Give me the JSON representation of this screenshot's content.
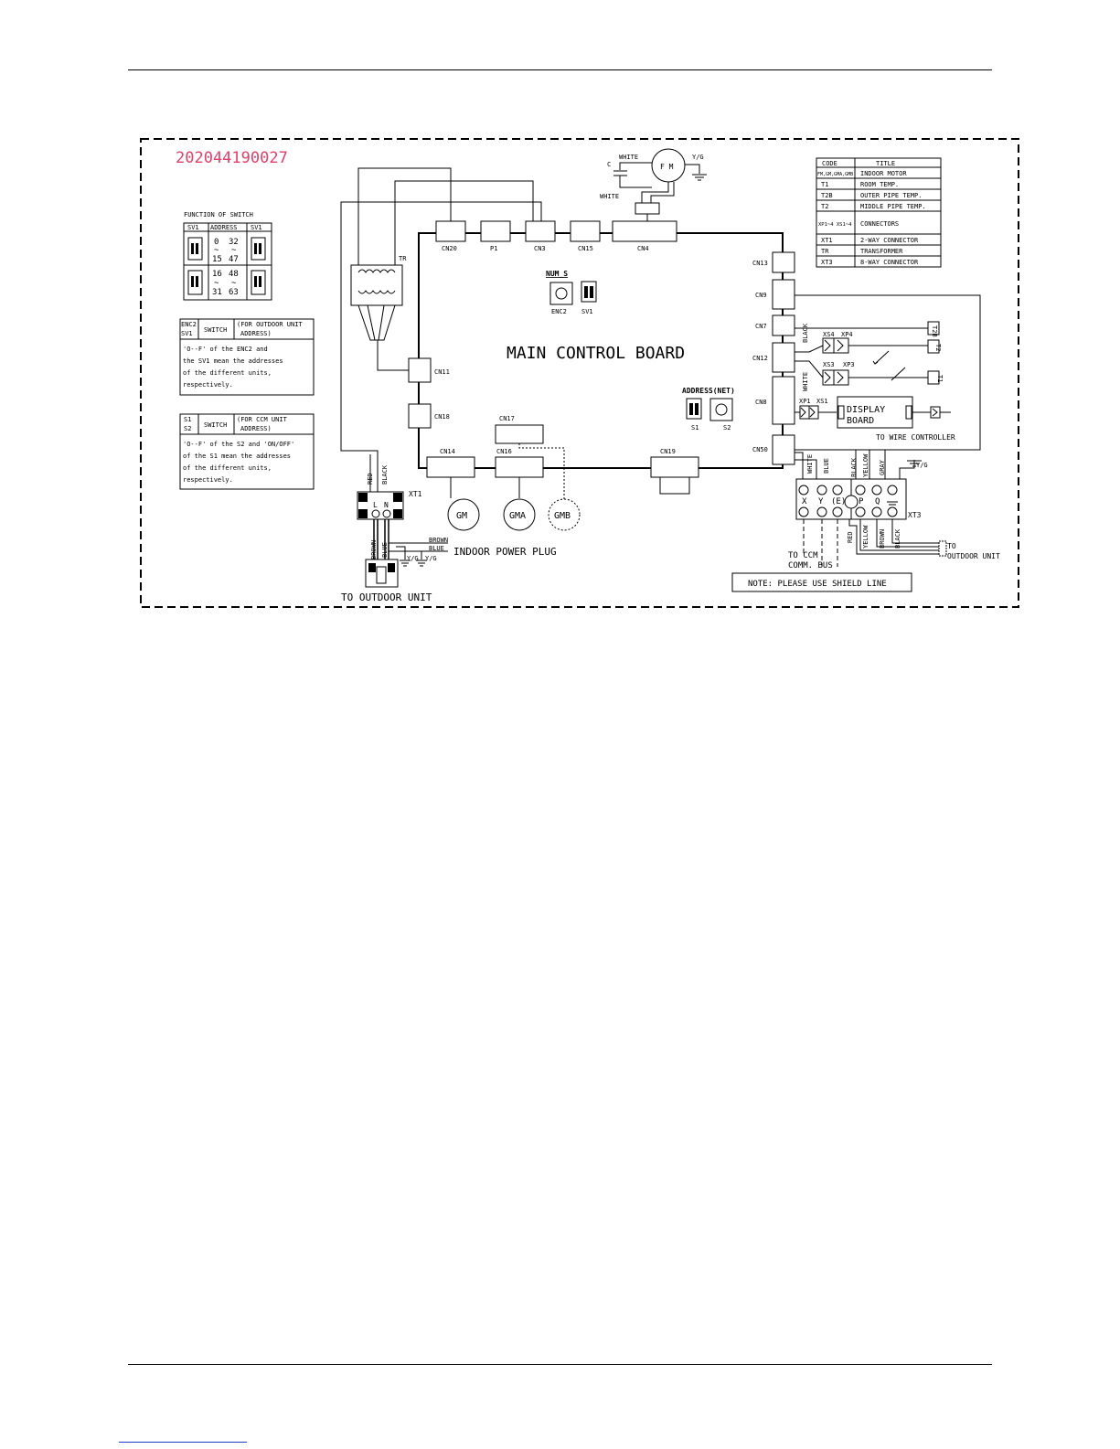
{
  "drawing_number": "202044190027",
  "board": {
    "title": "MAIN CONTROL BOARD"
  },
  "connectors_top": [
    "CN20",
    "P1",
    "CN3",
    "CN15",
    "CN4"
  ],
  "connectors_right": [
    "CN13",
    "CN9",
    "CN7",
    "CN12",
    "CN8",
    "CN50"
  ],
  "connectors_left": [
    "CN11",
    "CN18"
  ],
  "connectors_bottom": [
    "CN14",
    "CN16",
    "CN17",
    "CN19"
  ],
  "switches": {
    "num_s": "NUM_S",
    "enc2": "ENC2",
    "sv1": "SV1",
    "address_net": "ADDRESS(NET)",
    "s1": "S1",
    "s2": "S2"
  },
  "motors": {
    "gm": "GM",
    "gma": "GMA",
    "gmb": "GMB",
    "fm": "F M"
  },
  "transformer": "TR",
  "fan": {
    "white_top": "WHITE",
    "c": "C",
    "white_bottom": "WHITE",
    "yg": "Y/G"
  },
  "switch_function": {
    "title": "FUNCTION OF SWITCH",
    "headers": [
      "SV1",
      "ADDRESS",
      "SV1"
    ],
    "row1": {
      "a": "0",
      "tilde": "~",
      "b": "15",
      "c": "32",
      "d": "47"
    },
    "row2": {
      "a": "16",
      "b": "31",
      "c": "48",
      "d": "63"
    }
  },
  "note_enc2": {
    "code1": "ENC2",
    "code2": "SV1",
    "switch": "SWITCH",
    "desc1": "(FOR OUTDOOR UNIT",
    "desc2": "ADDRESS)",
    "lines": [
      "'O--F' of the ENC2 and",
      "the SV1 mean the addresses",
      "of the different units,",
      "respectively."
    ]
  },
  "note_s1": {
    "code1": "S1",
    "code2": "S2",
    "switch": "SWITCH",
    "desc1": "(FOR CCM UNIT",
    "desc2": "ADDRESS)",
    "lines": [
      "'O--F' of the S2 and 'ON/OFF'",
      "of the S1 mean the addresses",
      "of the different units,",
      "respectively."
    ]
  },
  "legend": {
    "headers": [
      "CODE",
      "TITLE"
    ],
    "rows": [
      [
        "FM,GM,GMA,GMB",
        "INDOOR MOTOR"
      ],
      [
        "T1",
        "ROOM TEMP."
      ],
      [
        "T2B",
        "OUTER PIPE TEMP."
      ],
      [
        "T2",
        "MIDDLE PIPE TEMP."
      ],
      [
        "XP1~4 XS1~4",
        "CONNECTORS"
      ],
      [
        "XT1",
        "2-WAY CONNECTOR"
      ],
      [
        "TR",
        "TRANSFORMER"
      ],
      [
        "XT3",
        "8-WAY CONNECTOR"
      ]
    ]
  },
  "sensors": {
    "t2b": "T2B",
    "t2": "T2",
    "t1": "T1",
    "xs4": "XS4",
    "xp4": "XP4",
    "xs3": "XS3",
    "xp3": "XP3",
    "black": "BLACK",
    "white": "WHITE"
  },
  "display": {
    "label1": "DISPLAY",
    "label2": "BOARD",
    "xp1": "XP1",
    "xs1": "XS1",
    "wire": "TO WIRE CONTROLLER"
  },
  "xt3": {
    "name": "XT3",
    "terminals": [
      "X",
      "Y",
      "(E)",
      "P",
      "Q"
    ],
    "top_wires": [
      "WHITE",
      "BLUE",
      "BLACK",
      "YELLOW",
      "GRAY"
    ],
    "bottom_wires": [
      "RED",
      "YELLOW",
      "BROWN",
      "BLACK"
    ],
    "yg": "Y/G"
  },
  "xt1": {
    "name": "XT1",
    "l": "L",
    "n": "N",
    "red": "RED",
    "black": "BLACK",
    "brown": "BROWN",
    "blue": "BLUE"
  },
  "power": {
    "plug": "INDOOR POWER PLUG",
    "brown": "BROWN",
    "blue": "BLUE",
    "yg1": "Y/G",
    "yg2": "Y/G",
    "outdoor": "TO OUTDOOR UNIT"
  },
  "ccm": {
    "line1": "TO CCM",
    "line2": "COMM. BUS"
  },
  "outdoor_right": {
    "line1": "TO",
    "line2": "OUTDOOR UNIT"
  },
  "note": "NOTE: PLEASE USE SHIELD LINE"
}
